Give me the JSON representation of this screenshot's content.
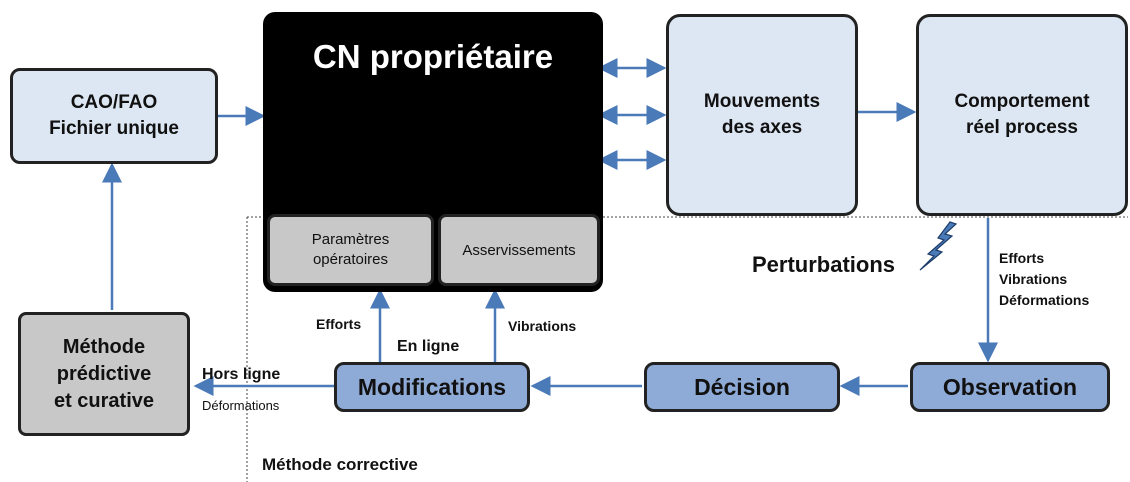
{
  "cn": {
    "title": "CN propriétaire",
    "params": "Paramètres\nopératoires",
    "servo": "Asservissements"
  },
  "cao": "CAO/FAO\nFichier unique",
  "mouvements": "Mouvements\ndes axes",
  "comportement": "Comportement\nréel process",
  "perturbations": "Perturbations",
  "mesures": "Efforts\nVibrations\nDéformations",
  "observation": "Observation",
  "decision": "Décision",
  "modifications": "Modifications",
  "methode_predictive": "Méthode\nprédictive\net curative",
  "efforts": "Efforts",
  "vibrations": "Vibrations",
  "en_ligne": "En ligne",
  "hors_ligne": "Hors ligne",
  "deformations": "Déformations",
  "methode_corrective": "Méthode corrective",
  "colors": {
    "arrow": "#4a7ab8",
    "light_box": "#dde7f3",
    "blue_box": "#8eaad6",
    "grey_box": "#c8c8c8"
  }
}
